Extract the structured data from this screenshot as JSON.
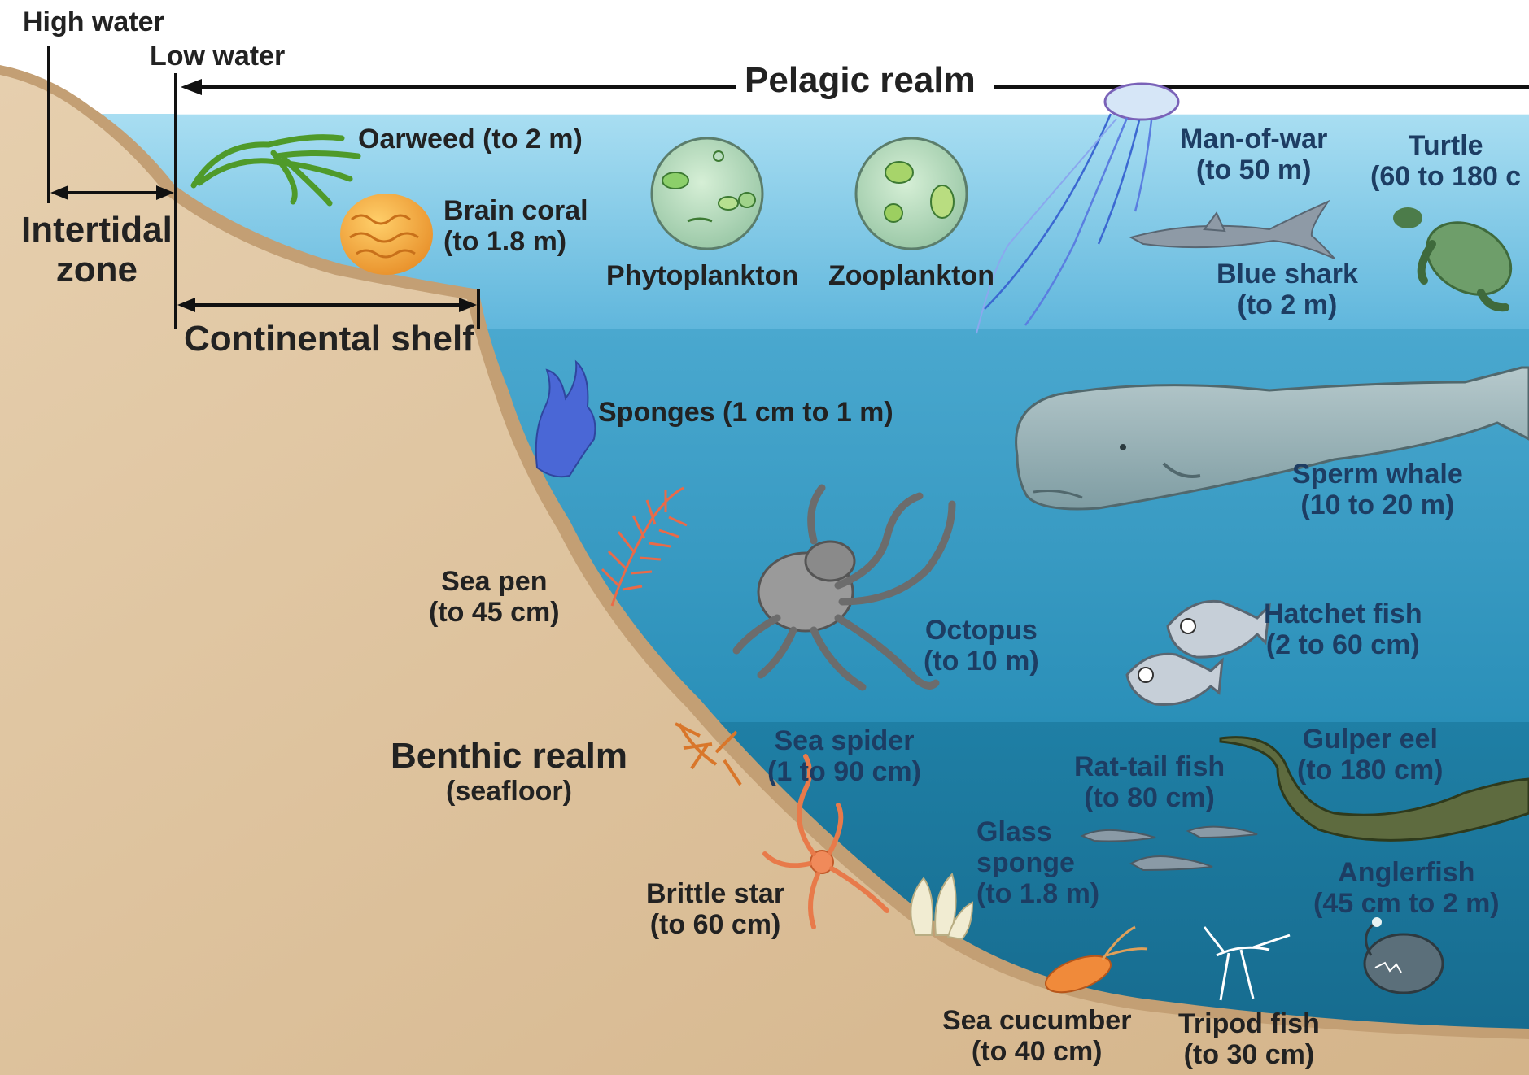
{
  "zones": {
    "high_water": "High water",
    "low_water": "Low water",
    "intertidal": [
      "Intertidal",
      "zone"
    ],
    "continental_shelf": "Continental shelf",
    "pelagic_realm": "Pelagic realm",
    "benthic_realm": "Benthic realm",
    "benthic_sub": "(seafloor)"
  },
  "organisms": {
    "oarweed": "Oarweed (to 2 m)",
    "brain_coral": [
      "Brain coral",
      "(to 1.8 m)"
    ],
    "phytoplankton": "Phytoplankton",
    "zooplankton": "Zooplankton",
    "man_of_war": [
      "Man-of-war",
      "(to 50 m)"
    ],
    "turtle": [
      "Turtle",
      "(60 to 180 c"
    ],
    "blue_shark": [
      "Blue shark",
      "(to 2 m)"
    ],
    "sponges": "Sponges (1 cm to 1 m)",
    "sperm_whale": [
      "Sperm whale",
      "(10 to 20 m)"
    ],
    "sea_pen": [
      "Sea pen",
      "(to 45 cm)"
    ],
    "octopus": [
      "Octopus",
      "(to 10 m)"
    ],
    "hatchet_fish": [
      "Hatchet fish",
      "(2 to 60 cm)"
    ],
    "sea_spider": [
      "Sea spider",
      "(1 to 90 cm)"
    ],
    "rat_tail_fish": [
      "Rat-tail fish",
      "(to 80 cm)"
    ],
    "gulper_eel": [
      "Gulper eel",
      "(to 180 cm)"
    ],
    "glass_sponge": [
      "Glass",
      "sponge",
      "(to 1.8 m)"
    ],
    "anglerfish": [
      "Anglerfish",
      "(45 cm to 2 m)"
    ],
    "brittle_star": [
      "Brittle star",
      "(to 60 cm)"
    ],
    "sea_cucumber": [
      "Sea cucumber",
      "(to 40 cm)"
    ],
    "tripod_fish": [
      "Tripod fish",
      "(to 30 cm)"
    ]
  },
  "colors": {
    "surface_water": "#8fd0ea",
    "mid_water": "#3a9cc4",
    "deep_water": "#1d7598",
    "sand": "#dcbf9a",
    "slope_edge": "#c9a77c",
    "label_text": "#222222",
    "label_blue": "#1d3d63"
  }
}
